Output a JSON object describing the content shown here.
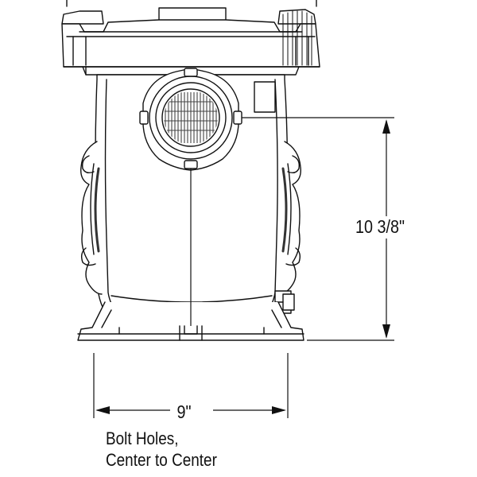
{
  "dimensions": {
    "height_label": "10 3/8\"",
    "width_label": "9\"",
    "caption_line1": "Bolt Holes,",
    "caption_line2": "Center to Center"
  },
  "colors": {
    "line": "#111111",
    "grille": "#444444",
    "background": "#ffffff"
  }
}
